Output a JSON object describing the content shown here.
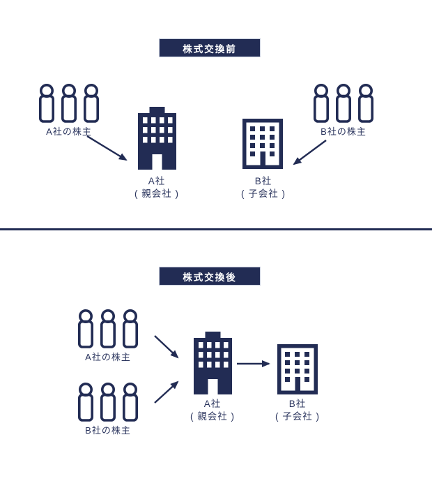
{
  "colors": {
    "navy": "#222c54",
    "text": "#2b355e",
    "header_bg": "#222c54",
    "header_text": "#ffffff",
    "divider": "#222c54"
  },
  "before": {
    "header": "株式交換前",
    "shareholders_a": "A社の株主",
    "shareholders_b": "B社の株主",
    "company_a_name": "A社",
    "company_a_role": "( 親会社 )",
    "company_b_name": "B社",
    "company_b_role": "( 子会社 )"
  },
  "after": {
    "header": "株式交換後",
    "shareholders_a": "A社の株主",
    "shareholders_b": "B社の株主",
    "company_a_name": "A社",
    "company_a_role": "( 親会社 )",
    "company_b_name": "B社",
    "company_b_role": "( 子会社 )"
  }
}
